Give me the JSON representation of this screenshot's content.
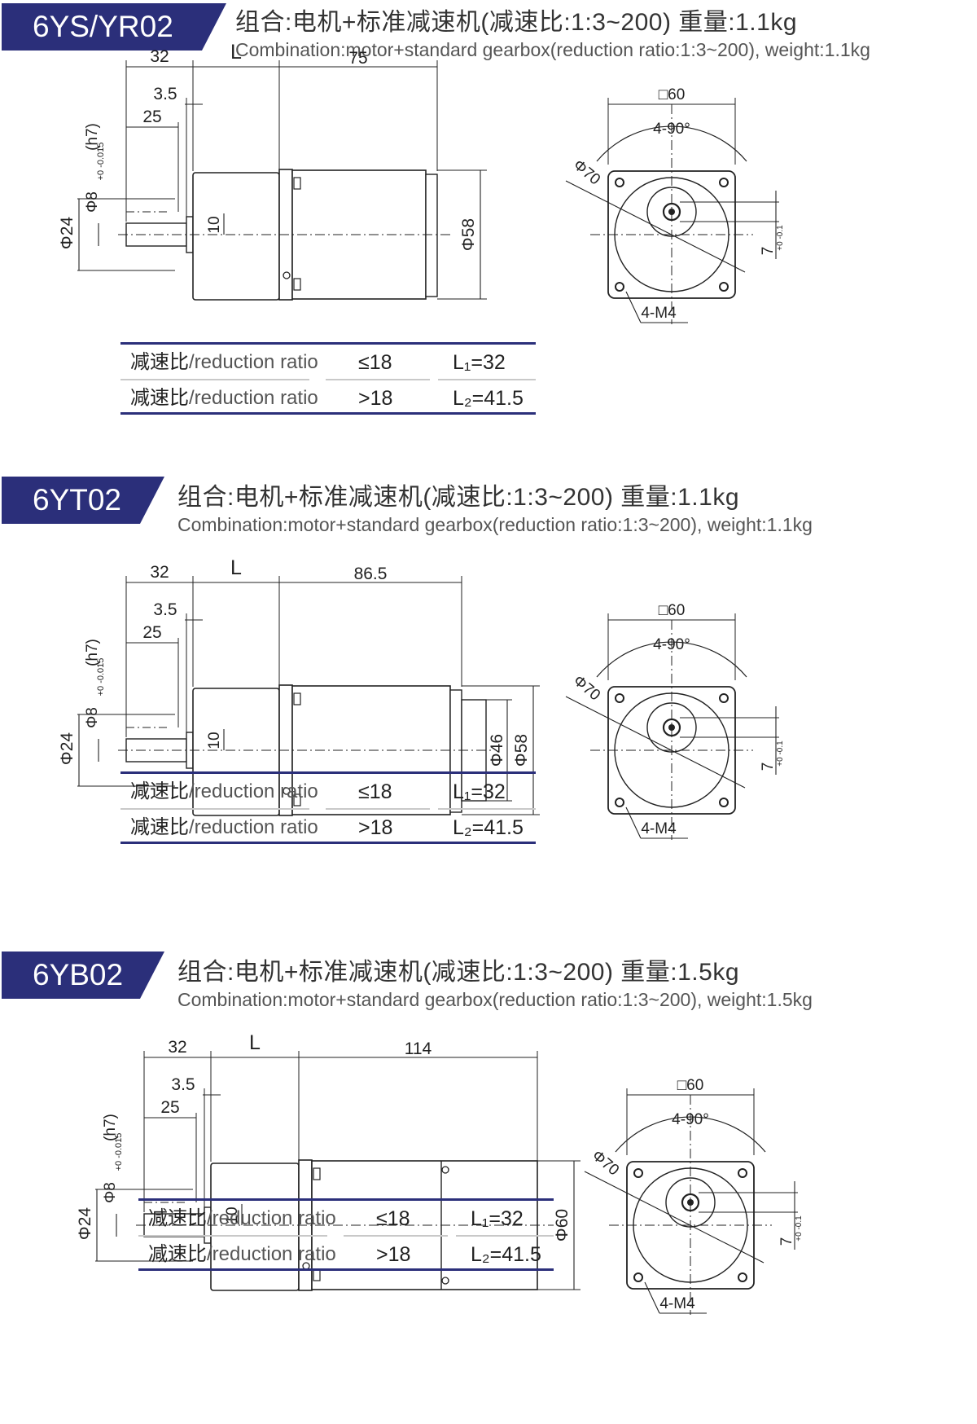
{
  "sections": [
    {
      "model": "6YS/YR02",
      "title_cn": "组合:电机+标准减速机(减速比:1:3~200) 重量:1.1kg",
      "title_en": "Combination:motor+standard gearbox(reduction ratio:1:3~200), weight:1.1kg",
      "dims": {
        "d32": "32",
        "dL": "L",
        "dBody": "75",
        "d35": "3.5",
        "d25": "25",
        "dPhi24": "Φ24",
        "dPhi8": "Φ8",
        "tol8": "+0 -0.015",
        "h7": "(h7)",
        "d10": "10",
        "dPhiBody": "Φ58",
        "dPhiInner": "",
        "sq": "□60",
        "ang": "4-90°",
        "phi70": "Φ70",
        "key": "7",
        "keytol": "+0 -0.1",
        "m4": "4-M4"
      },
      "table": [
        {
          "label_cn": "减速比",
          "label_en": "/reduction ratio",
          "cond": "≤18",
          "value": "L₁=32"
        },
        {
          "label_cn": "减速比",
          "label_en": "/reduction ratio",
          "cond": ">18",
          "value": "L₂=41.5"
        }
      ]
    },
    {
      "model": "6YT02",
      "title_cn": "组合:电机+标准减速机(减速比:1:3~200) 重量:1.1kg",
      "title_en": "Combination:motor+standard gearbox(reduction ratio:1:3~200), weight:1.1kg",
      "dims": {
        "d32": "32",
        "dL": "L",
        "dBody": "86.5",
        "d35": "3.5",
        "d25": "25",
        "dPhi24": "Φ24",
        "dPhi8": "Φ8",
        "tol8": "+0 -0.015",
        "h7": "(h7)",
        "d10": "10",
        "dPhiBody": "Φ58",
        "dPhiInner": "Φ46",
        "sq": "□60",
        "ang": "4-90°",
        "phi70": "Φ70",
        "key": "7",
        "keytol": "+0 -0.1",
        "m4": "4-M4"
      },
      "table": [
        {
          "label_cn": "减速比",
          "label_en": "/reduction ratio",
          "cond": "≤18",
          "value": "L₁=32"
        },
        {
          "label_cn": "减速比",
          "label_en": "/reduction ratio",
          "cond": ">18",
          "value": "L₂=41.5"
        }
      ]
    },
    {
      "model": "6YB02",
      "title_cn": "组合:电机+标准减速机(减速比:1:3~200) 重量:1.5kg",
      "title_en": "Combination:motor+standard gearbox(reduction ratio:1:3~200), weight:1.5kg",
      "dims": {
        "d32": "32",
        "dL": "L",
        "dBody": "114",
        "d35": "3.5",
        "d25": "25",
        "dPhi24": "Φ24",
        "dPhi8": "Φ8",
        "tol8": "+0 -0.015",
        "h7": "(h7)",
        "d10": "10",
        "dPhiBody": "Φ60",
        "dPhiInner": "",
        "sq": "□60",
        "ang": "4-90°",
        "phi70": "Φ70",
        "key": "7",
        "keytol": "+0 -0.1",
        "m4": "4-M4"
      },
      "table": [
        {
          "label_cn": "减速比",
          "label_en": "/reduction ratio",
          "cond": "≤18",
          "value": "L₁=32"
        },
        {
          "label_cn": "减速比",
          "label_en": "/reduction ratio",
          "cond": ">18",
          "value": "L₂=41.5"
        }
      ]
    }
  ],
  "colors": {
    "accent": "#2b2f7a",
    "line": "#222222",
    "body_fill": "#ffffff"
  }
}
